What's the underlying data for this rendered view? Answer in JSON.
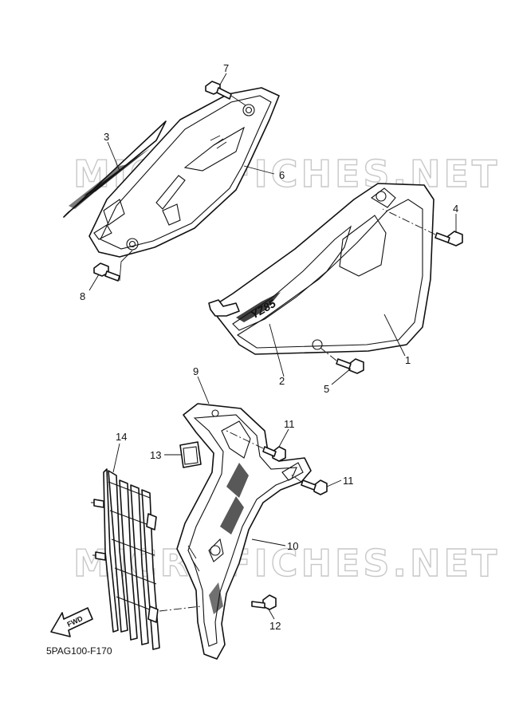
{
  "watermark": {
    "text": "MICROFICHES.NET"
  },
  "diagram_code": "5PAG100-F170",
  "fwd_label": "FWD",
  "decal_text": "YZ85",
  "callouts": [
    {
      "label": "1"
    },
    {
      "label": "2"
    },
    {
      "label": "3"
    },
    {
      "label": "4"
    },
    {
      "label": "5"
    },
    {
      "label": "6"
    },
    {
      "label": "7"
    },
    {
      "label": "8"
    },
    {
      "label": "9"
    },
    {
      "label": "10"
    },
    {
      "label": "11"
    },
    {
      "label": "11"
    },
    {
      "label": "12"
    },
    {
      "label": "13"
    },
    {
      "label": "14"
    }
  ]
}
